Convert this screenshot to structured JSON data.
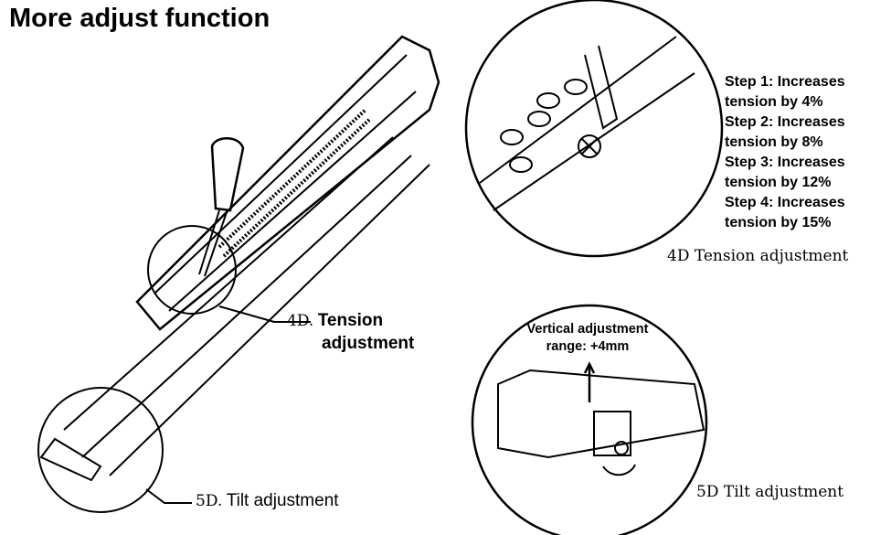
{
  "title": "More adjust function",
  "steps": [
    "Step 1: Increases",
    "tension by 4%",
    "Step 2: Increases",
    "tension by 8%",
    "Step 3: Increases",
    "tension by 12%",
    "Step 4: Increases",
    "tension by 15%"
  ],
  "callouts": {
    "tension_prefix": "4D.",
    "tension_line1": "Tension",
    "tension_line2": "adjustment",
    "tilt_prefix": "5D.",
    "tilt_label": "Tilt adjustment"
  },
  "detail_labels": {
    "tension": "4D Tension adjustment",
    "tilt": "5D Tilt adjustment",
    "vertical_line1": "Vertical adjustment",
    "vertical_line2": "range: +4mm"
  }
}
